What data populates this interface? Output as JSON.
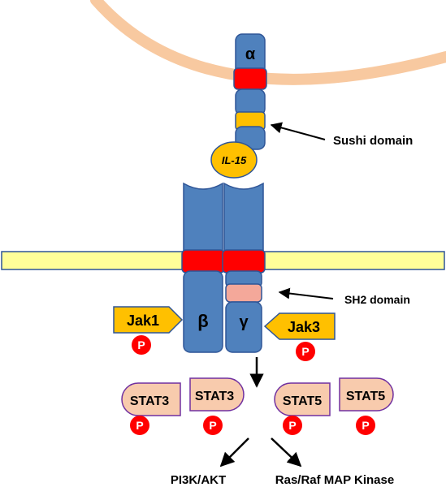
{
  "subunits": {
    "alpha": "α",
    "beta": "β",
    "gamma": "γ"
  },
  "ligand": "IL-15",
  "annotations": {
    "sushi": "Sushi domain",
    "sh2": "SH2 domain"
  },
  "kinases": {
    "jak1": "Jak1",
    "jak3": "Jak3"
  },
  "phospho": "P",
  "stats": [
    "STAT3",
    "STAT3",
    "STAT5",
    "STAT5"
  ],
  "pathways": {
    "left": "PI3K/AKT",
    "right": "Ras/Raf MAP Kinase"
  },
  "colors": {
    "receptor": "#4F81BD",
    "receptor_stroke": "#2F5597",
    "band_red": "#FF0000",
    "sushi": "#FFC000",
    "il15": "#FFC000",
    "membrane": "#FFFF99",
    "cell_outline": "#F8C9A0",
    "sh2": "#F4A89A",
    "jak": "#FFC000",
    "stat": "#F8CBAD",
    "phospho": "#FF0000"
  }
}
